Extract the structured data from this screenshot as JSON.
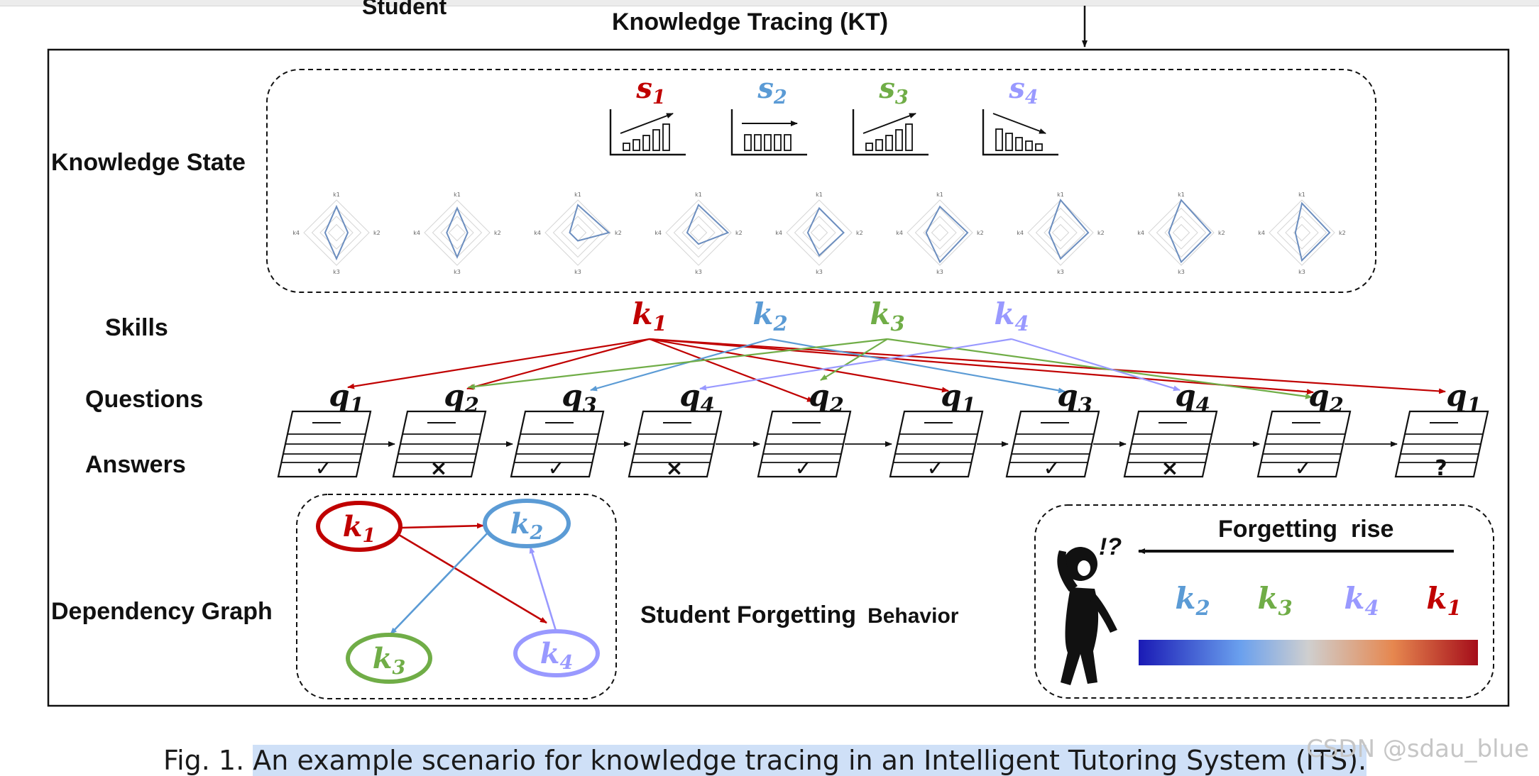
{
  "header": {
    "partial_label": "Student",
    "title": "Knowledge Tracing (KT)"
  },
  "labels": {
    "knowledge_state": "Knowledge State",
    "skills": "Skills",
    "questions": "Questions",
    "answers": "Answers",
    "dependency_graph": "Dependency Graph",
    "forgetting_behavior_1": "Student Forgetting",
    "forgetting_behavior_2": "Behavior"
  },
  "colors": {
    "k1": "#c00000",
    "k2": "#5b9bd5",
    "k3": "#70ad47",
    "k4": "#9999ff"
  },
  "states": [
    {
      "base": "s",
      "sub": "1",
      "trend": "rising",
      "color_key": "k1"
    },
    {
      "base": "s",
      "sub": "2",
      "trend": "flat",
      "color_key": "k2"
    },
    {
      "base": "s",
      "sub": "3",
      "trend": "rising",
      "color_key": "k3"
    },
    {
      "base": "s",
      "sub": "4",
      "trend": "falling",
      "color_key": "k4"
    }
  ],
  "radar_axis_labels": [
    "k1",
    "k2",
    "k3",
    "k4"
  ],
  "radar_count": 9,
  "skills": [
    {
      "base": "k",
      "sub": "1",
      "color_key": "k1"
    },
    {
      "base": "k",
      "sub": "2",
      "color_key": "k2"
    },
    {
      "base": "k",
      "sub": "3",
      "color_key": "k3"
    },
    {
      "base": "k",
      "sub": "4",
      "color_key": "k4"
    }
  ],
  "questions": [
    {
      "base": "q",
      "sub": "1",
      "answer": "✓"
    },
    {
      "base": "q",
      "sub": "2",
      "answer": "×"
    },
    {
      "base": "q",
      "sub": "3",
      "answer": "✓"
    },
    {
      "base": "q",
      "sub": "4",
      "answer": "×"
    },
    {
      "base": "q",
      "sub": "2",
      "answer": "✓"
    },
    {
      "base": "q",
      "sub": "1",
      "answer": "✓"
    },
    {
      "base": "q",
      "sub": "3",
      "answer": "✓"
    },
    {
      "base": "q",
      "sub": "4",
      "answer": "×"
    },
    {
      "base": "q",
      "sub": "2",
      "answer": "✓"
    },
    {
      "base": "q",
      "sub": "1",
      "answer": "?"
    }
  ],
  "dependency_nodes": [
    {
      "base": "k",
      "sub": "1",
      "color_key": "k1"
    },
    {
      "base": "k",
      "sub": "2",
      "color_key": "k2"
    },
    {
      "base": "k",
      "sub": "3",
      "color_key": "k3"
    },
    {
      "base": "k",
      "sub": "4",
      "color_key": "k4"
    }
  ],
  "forgetting": {
    "title": "Forgetting  rise",
    "surprise": "!?",
    "ordered_skills": [
      {
        "base": "k",
        "sub": "2",
        "color_key": "k2"
      },
      {
        "base": "k",
        "sub": "3",
        "color_key": "k3"
      },
      {
        "base": "k",
        "sub": "4",
        "color_key": "k4"
      },
      {
        "base": "k",
        "sub": "1",
        "color_key": "k1"
      }
    ],
    "gradient_colors": [
      "#1a1ab5",
      "#6aa0ee",
      "#cfcfcf",
      "#e6874f",
      "#a50d1a"
    ]
  },
  "caption": {
    "prefix": "Fig. 1.",
    "text": "An example scenario for knowledge tracing in an Intelligent Tutoring System (ITS)."
  },
  "watermark": "CSDN @sdau_blue"
}
